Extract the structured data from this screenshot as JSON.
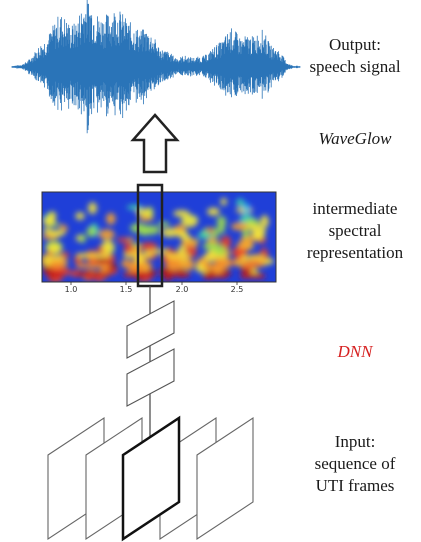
{
  "labels": {
    "output": [
      "Output:",
      "speech signal"
    ],
    "vocoder": "WaveGlow",
    "intermediate": [
      "intermediate",
      "spectral",
      "representation"
    ],
    "network": "DNN",
    "input": [
      "Input:",
      "sequence of",
      "UTI frames"
    ]
  },
  "spectrogram": {
    "x_ticks": [
      "1.0",
      "1.5",
      "2.0",
      "2.5"
    ]
  },
  "colors": {
    "network_label": "#d62020",
    "waveform": "#2a74b8",
    "spectrogram_background": "#1f3fd8"
  },
  "icons": {
    "vocoder_arrow": "up-arrow-icon"
  }
}
